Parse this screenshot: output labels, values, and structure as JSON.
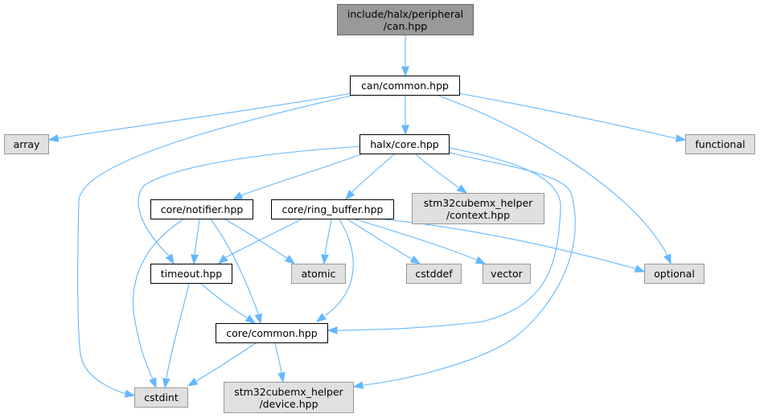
{
  "diagram": {
    "edge_color": "#63b8ff",
    "nodes": [
      {
        "id": "root",
        "lines": [
          "include/halx/peripheral",
          "/can.hpp"
        ],
        "kind": "root"
      },
      {
        "id": "can_common",
        "lines": [
          "can/common.hpp"
        ],
        "kind": "internal"
      },
      {
        "id": "array",
        "lines": [
          "array"
        ],
        "kind": "external"
      },
      {
        "id": "functional",
        "lines": [
          "functional"
        ],
        "kind": "external"
      },
      {
        "id": "halx_core",
        "lines": [
          "halx/core.hpp"
        ],
        "kind": "internal"
      },
      {
        "id": "core_notifier",
        "lines": [
          "core/notifier.hpp"
        ],
        "kind": "internal"
      },
      {
        "id": "core_ring_buffer",
        "lines": [
          "core/ring_buffer.hpp"
        ],
        "kind": "internal"
      },
      {
        "id": "stm32_context",
        "lines": [
          "stm32cubemx_helper",
          "/context.hpp"
        ],
        "kind": "external"
      },
      {
        "id": "timeout",
        "lines": [
          "timeout.hpp"
        ],
        "kind": "internal"
      },
      {
        "id": "atomic",
        "lines": [
          "atomic"
        ],
        "kind": "external"
      },
      {
        "id": "cstddef",
        "lines": [
          "cstddef"
        ],
        "kind": "external"
      },
      {
        "id": "vector",
        "lines": [
          "vector"
        ],
        "kind": "external"
      },
      {
        "id": "optional",
        "lines": [
          "optional"
        ],
        "kind": "external"
      },
      {
        "id": "core_common",
        "lines": [
          "core/common.hpp"
        ],
        "kind": "internal"
      },
      {
        "id": "cstdint",
        "lines": [
          "cstdint"
        ],
        "kind": "external"
      },
      {
        "id": "stm32_device",
        "lines": [
          "stm32cubemx_helper",
          "/device.hpp"
        ],
        "kind": "external"
      }
    ],
    "edges": [
      [
        "root",
        "can_common"
      ],
      [
        "can_common",
        "array"
      ],
      [
        "can_common",
        "functional"
      ],
      [
        "can_common",
        "halx_core"
      ],
      [
        "can_common",
        "cstdint"
      ],
      [
        "can_common",
        "optional"
      ],
      [
        "halx_core",
        "core_notifier"
      ],
      [
        "halx_core",
        "core_ring_buffer"
      ],
      [
        "halx_core",
        "stm32_context"
      ],
      [
        "halx_core",
        "timeout"
      ],
      [
        "halx_core",
        "core_common"
      ],
      [
        "halx_core",
        "stm32_device"
      ],
      [
        "core_notifier",
        "timeout"
      ],
      [
        "core_notifier",
        "atomic"
      ],
      [
        "core_notifier",
        "core_common"
      ],
      [
        "core_notifier",
        "cstdint"
      ],
      [
        "core_ring_buffer",
        "timeout"
      ],
      [
        "core_ring_buffer",
        "atomic"
      ],
      [
        "core_ring_buffer",
        "core_common"
      ],
      [
        "core_ring_buffer",
        "cstddef"
      ],
      [
        "core_ring_buffer",
        "vector"
      ],
      [
        "core_ring_buffer",
        "optional"
      ],
      [
        "timeout",
        "core_common"
      ],
      [
        "timeout",
        "cstdint"
      ],
      [
        "core_common",
        "cstdint"
      ],
      [
        "core_common",
        "stm32_device"
      ]
    ]
  }
}
